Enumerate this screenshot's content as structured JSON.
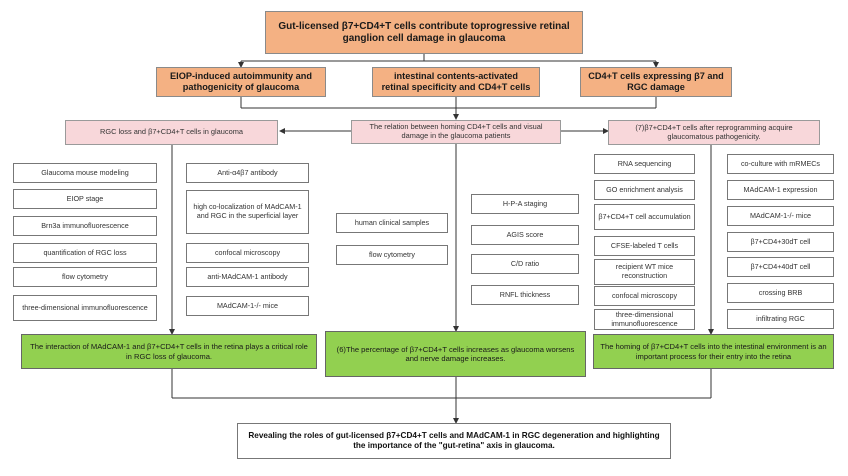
{
  "title": "Gut-licensed β7+CD4+T cells contribute toprogressive retinal ganglion cell damage in glaucoma",
  "top_boxes": [
    "EIOP-induced autoimmunity and pathogenicity of glaucoma",
    "intestinal contents-activated retinal specificity and CD4+T cells",
    "CD4+T cells expressing β7 and RGC damage"
  ],
  "sections": {
    "left": "RGC loss and β7+CD4+T cells in glaucoma",
    "middle": "The relation between homing CD4+T cells and visual damage in the glaucoma patients",
    "right": "(7)β7+CD4+T cells after reprogramming acquire glaucomatous pathogenicity."
  },
  "left_col1": [
    "Glaucoma mouse modeling",
    "EIOP stage",
    "Brn3a immunofluorescence",
    "quantification of RGC loss",
    "flow cytometry",
    "three-dimensional immunofluorescence"
  ],
  "left_col2": [
    "Anti-α4β7 antibody",
    "high co-localization of MAdCAM-1 and RGC in the superficial layer",
    "confocal microscopy",
    "anti-MAdCAM-1 antibody",
    "MAdCAM-1-/- mice"
  ],
  "mid_col1": [
    "human clinical samples",
    "flow cytometry"
  ],
  "mid_col2": [
    "H-P-A staging",
    "AGIS score",
    "C/D ratio",
    "RNFL thickness"
  ],
  "right_col1": [
    "RNA sequencing",
    "GO enrichment analysis",
    "β7+CD4+T cell accumulation",
    "CFSE-labeled T cells",
    "recipient WT mice reconstruction",
    "confocal microscopy",
    "three-dimensional immunofluorescence"
  ],
  "right_col2": [
    "co-culture with mRMECs",
    "MAdCAM-1 expression",
    "MAdCAM-1-/- mice",
    "β7+CD4+30dT cell",
    "β7+CD4+40dT cell",
    "crossing BRB",
    "infiltrating RGC"
  ],
  "conclusions": [
    "The interaction of MAdCAM-1 and β7+CD4+T cells in the retina plays a critical role in RGC loss of glaucoma.",
    "(6)The percentage of β7+CD4+T cells increases as glaucoma worsens and nerve damage increases.",
    "The homing of β7+CD4+T cells into the intestinal environment is an important process for their entry into the retina"
  ],
  "final": "Revealing the roles of gut-licensed β7+CD4+T cells and MAdCAM-1 in RGC degeneration and highlighting the importance of the \"gut-retina\" axis in glaucoma.",
  "colors": {
    "orange": "#f4b183",
    "pink": "#f8d7da",
    "green": "#92d050",
    "line": "#333333"
  }
}
